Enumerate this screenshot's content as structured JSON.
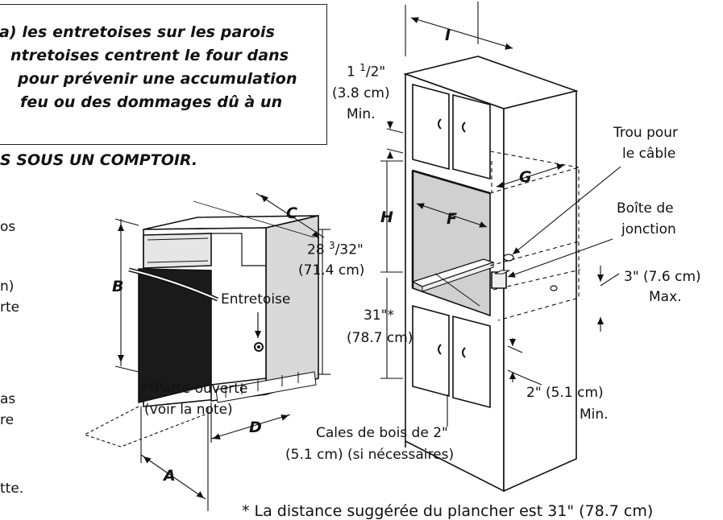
{
  "note": {
    "lines": [
      "a) les entretoises sur les parois",
      "ntretoises centrent le four dans",
      "pour prévenir une accumulation",
      "feu ou des dommages dû à un"
    ]
  },
  "heading_partial": "S SOUS UN COMPTOIR.",
  "left_fragments": [
    "os",
    "n)",
    "rte",
    "as",
    "re",
    "tte."
  ],
  "oven": {
    "letters": {
      "a": "A",
      "b": "B",
      "c": "C",
      "d": "D"
    },
    "height_top": "28",
    "height_frac_num": "3",
    "height_frac_den": "/32\"",
    "height_cm": "(71.4 cm)",
    "spacer_label": "Entretoise",
    "door_open_label": "**Porte ouverte",
    "door_open_note": "(voir la note)"
  },
  "cabinet": {
    "letters": {
      "f": "F",
      "g": "G",
      "h": "H",
      "i": "I"
    },
    "top_gap_whole": "1 ",
    "top_gap_num": "1",
    "top_gap_den": "/2\"",
    "top_gap_cm": "(3.8 cm)",
    "top_gap_min": "Min.",
    "cable_hole_line1": "Trou pour",
    "cable_hole_line2": "le câble",
    "junction_line1": "Boîte de",
    "junction_line2": "jonction",
    "max_gap": "3\" (7.6 cm)",
    "max_label": "Max.",
    "floor_dist": "31\"*",
    "floor_dist_cm": "(78.7 cm)",
    "bottom_gap": "2\" (5.1 cm)",
    "bottom_min": "Min.",
    "shims_line1": "Cales de bois de 2\"",
    "shims_line2": "(5.1 cm) (si nécessaires)"
  },
  "footnote": "* La distance suggérée du plancher est 31\" (78.7 cm)"
}
